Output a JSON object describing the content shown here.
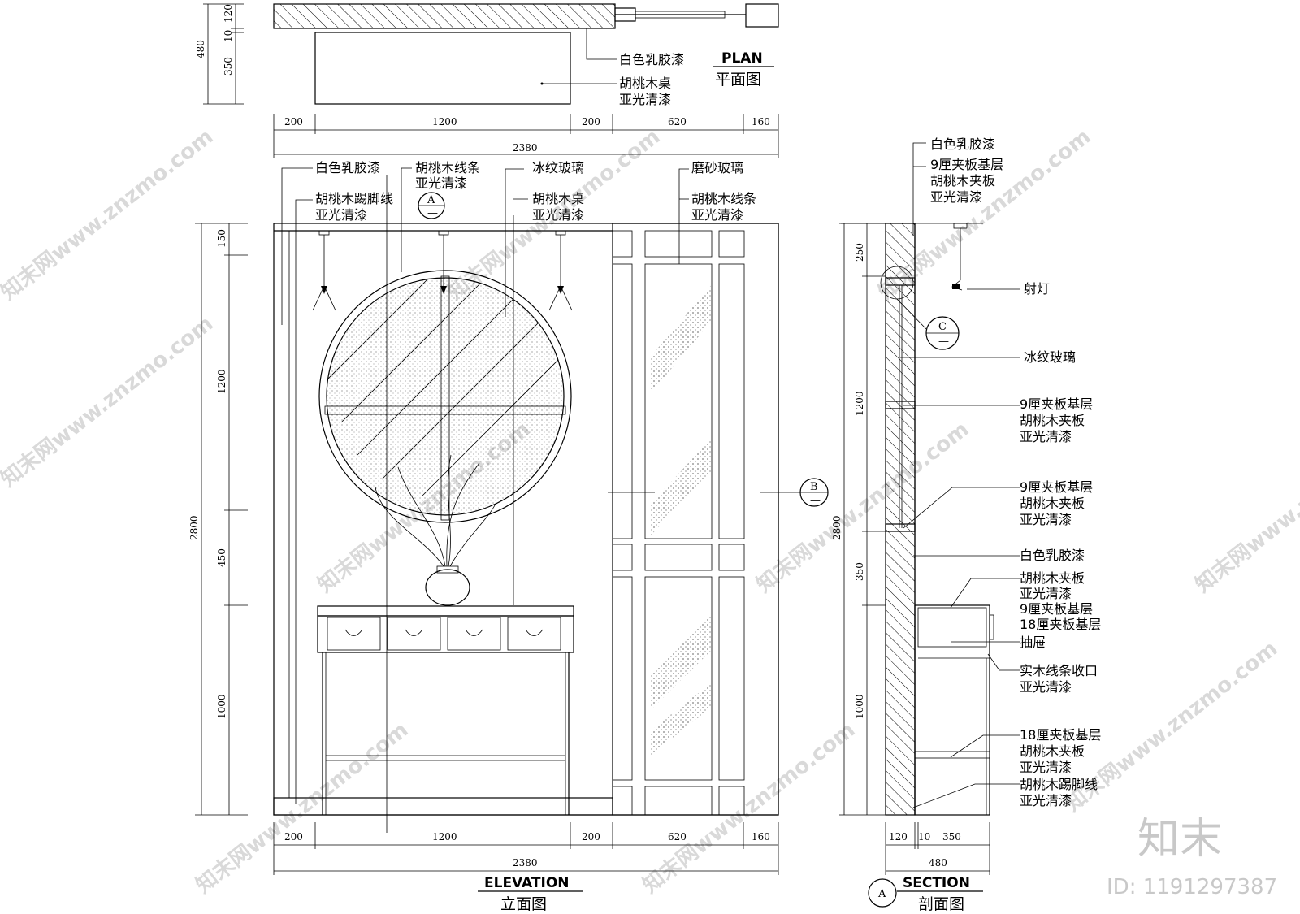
{
  "plan": {
    "title_en": "PLAN",
    "title_cn": "平面图",
    "labels": [
      "白色乳胶漆",
      "胡桃木桌",
      "亚光清漆"
    ],
    "dims_left": [
      "480",
      "120",
      "10",
      "350"
    ],
    "dims_top": [
      "200",
      "1200",
      "200",
      "620",
      "160"
    ],
    "dim_total": "2380"
  },
  "elevation": {
    "title_en": "ELEVATION",
    "title_cn": "立面图",
    "labels": [
      "白色乳胶漆",
      "胡桃木踢脚线",
      "亚光清漆",
      "胡桃木线条",
      "亚光清漆",
      "冰纹玻璃",
      "胡桃木桌",
      "亚光清漆",
      "磨砂玻璃",
      "胡桃木线条",
      "亚光清漆"
    ],
    "dims_left_total": "2800",
    "dims_left": [
      "150",
      "1200",
      "450",
      "1000"
    ],
    "dims_bottom": [
      "200",
      "1200",
      "200",
      "620",
      "160"
    ],
    "dim_total": "2380",
    "markers": {
      "a_top": "A",
      "a_bottom": "—",
      "b_top": "B",
      "b_bottom": "—"
    }
  },
  "section": {
    "title_en": "SECTION",
    "title_cn": "剖面图",
    "marker": "A",
    "top_labels": [
      "白色乳胶漆",
      "9厘夹板基层",
      "胡桃木夹板",
      "亚光清漆"
    ],
    "right_labels": [
      "射灯",
      "冰纹玻璃",
      "9厘夹板基层",
      "胡桃木夹板",
      "亚光清漆",
      "9厘夹板基层",
      "胡桃木夹板",
      "亚光清漆",
      "白色乳胶漆",
      "胡桃木夹板",
      "亚光清漆",
      "9厘夹板基层",
      "18厘夹板基层",
      "抽屉",
      "实木线条收口",
      "亚光清漆",
      "18厘夹板基层",
      "胡桃木夹板",
      "亚光清漆",
      "胡桃木踢脚线",
      "亚光清漆"
    ],
    "dims_left_total": "2800",
    "dims_left": [
      "250",
      "1200",
      "350",
      "1000"
    ],
    "dims_bottom": [
      "120",
      "10",
      "350"
    ],
    "dim_total": "480",
    "c_top": "C",
    "c_bottom": "—"
  },
  "watermark": {
    "site": "知末网www.znzmo.com",
    "brand": "知末",
    "id": "ID: 1191297387"
  }
}
